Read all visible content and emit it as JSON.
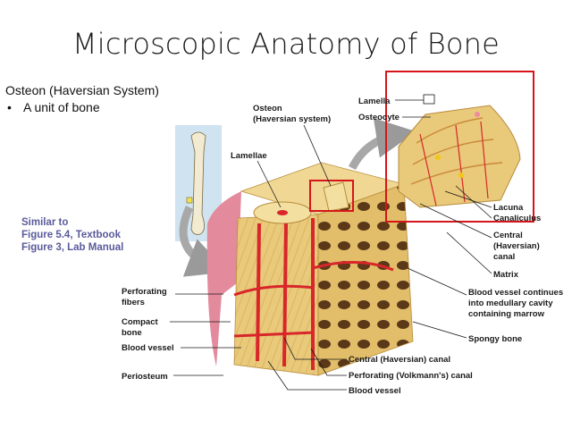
{
  "slide": {
    "title": "Microscopic Anatomy of Bone",
    "heading": "Osteon (Haversian System)",
    "bullet": "A unit of bone",
    "bullet_marker": "•",
    "reference_note": [
      "Similar to",
      "Figure 5.4, Textbook",
      "Figure 3, Lab Manual"
    ]
  },
  "colors": {
    "bone": "#e9c97a",
    "bone_dark": "#c99a45",
    "vessel": "#d8262a",
    "periosteum": "#e38a9c",
    "highlight_box": "#d6151b",
    "note_text": "#5a5a9c",
    "inset_bg": "#cfe3f0"
  },
  "labels": {
    "osteon": [
      "Osteon",
      "(Haversian system)"
    ],
    "lamellae": "Lamellae",
    "lamella": "Lamella",
    "osteocyte": "Osteocyte",
    "lacuna": "Lacuna",
    "canaliculus": "Canaliculus",
    "central_canal_inset": [
      "Central",
      "(Haversian)",
      "canal"
    ],
    "matrix": "Matrix",
    "blood_vessel_continues": [
      "Blood vessel continues",
      "into medullary cavity",
      "containing marrow"
    ],
    "spongy_bone": "Spongy bone",
    "perforating_fibers": [
      "Perforating",
      "fibers"
    ],
    "compact_bone": [
      "Compact",
      "bone"
    ],
    "blood_vessel_left": "Blood vessel",
    "periosteum": "Periosteum",
    "central_canal_bottom": "Central (Haversian) canal",
    "volkmann_canal": "Perforating (Volkmann's) canal",
    "blood_vessel_bottom": "Blood vessel"
  }
}
